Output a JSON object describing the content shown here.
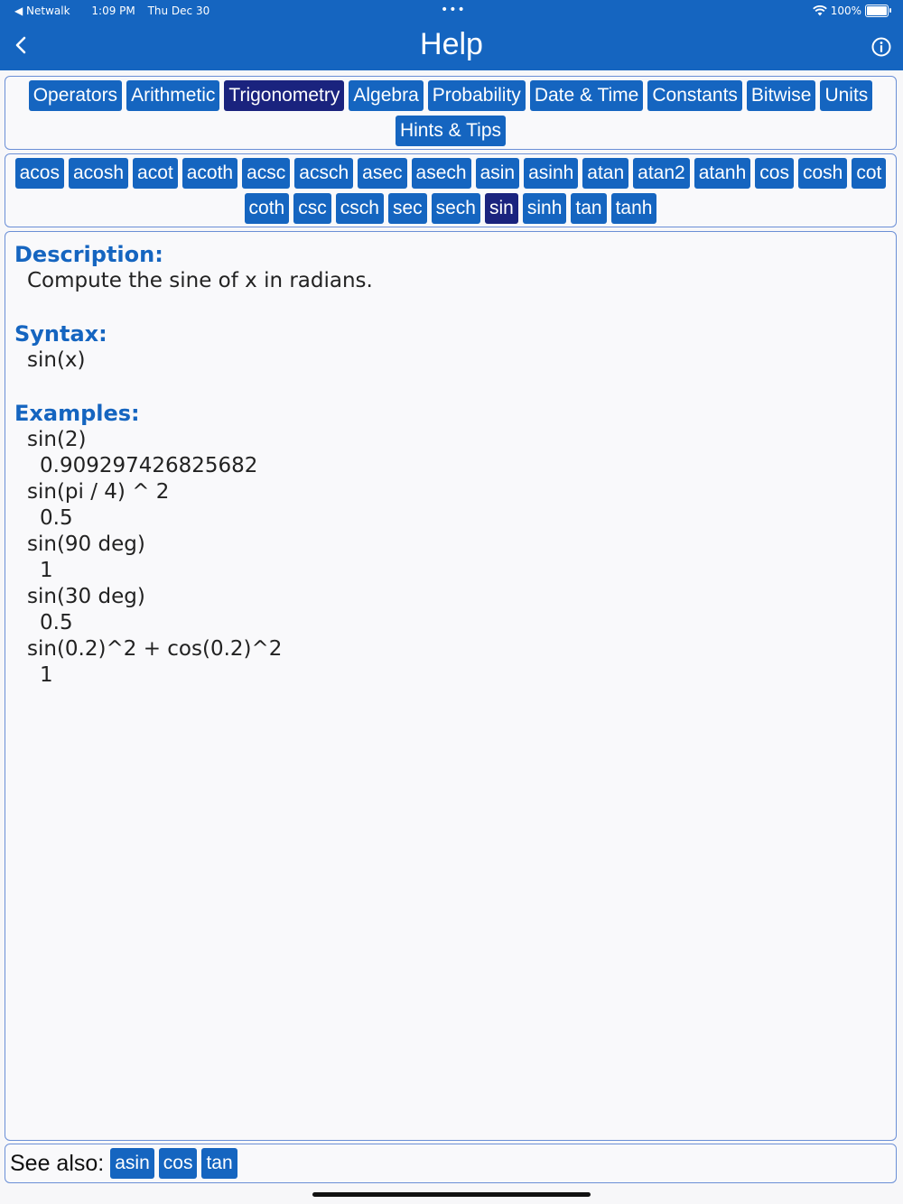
{
  "status_bar": {
    "back_app": "Netwalk",
    "time": "1:09 PM",
    "date": "Thu Dec 30",
    "battery": "100%"
  },
  "nav": {
    "title": "Help"
  },
  "categories": [
    {
      "label": "Operators",
      "selected": false
    },
    {
      "label": "Arithmetic",
      "selected": false
    },
    {
      "label": "Trigonometry",
      "selected": true
    },
    {
      "label": "Algebra",
      "selected": false
    },
    {
      "label": "Probability",
      "selected": false
    },
    {
      "label": "Date & Time",
      "selected": false
    },
    {
      "label": "Constants",
      "selected": false
    },
    {
      "label": "Bitwise",
      "selected": false
    },
    {
      "label": "Units",
      "selected": false
    },
    {
      "label": "Hints & Tips",
      "selected": false
    }
  ],
  "functions": [
    {
      "label": "acos",
      "selected": false
    },
    {
      "label": "acosh",
      "selected": false
    },
    {
      "label": "acot",
      "selected": false
    },
    {
      "label": "acoth",
      "selected": false
    },
    {
      "label": "acsc",
      "selected": false
    },
    {
      "label": "acsch",
      "selected": false
    },
    {
      "label": "asec",
      "selected": false
    },
    {
      "label": "asech",
      "selected": false
    },
    {
      "label": "asin",
      "selected": false
    },
    {
      "label": "asinh",
      "selected": false
    },
    {
      "label": "atan",
      "selected": false
    },
    {
      "label": "atan2",
      "selected": false
    },
    {
      "label": "atanh",
      "selected": false
    },
    {
      "label": "cos",
      "selected": false
    },
    {
      "label": "cosh",
      "selected": false
    },
    {
      "label": "cot",
      "selected": false
    },
    {
      "label": "coth",
      "selected": false
    },
    {
      "label": "csc",
      "selected": false
    },
    {
      "label": "csch",
      "selected": false
    },
    {
      "label": "sec",
      "selected": false
    },
    {
      "label": "sech",
      "selected": false
    },
    {
      "label": "sin",
      "selected": true
    },
    {
      "label": "sinh",
      "selected": false
    },
    {
      "label": "tan",
      "selected": false
    },
    {
      "label": "tanh",
      "selected": false
    }
  ],
  "detail": {
    "description_title": "Description:",
    "description": "Compute the sine of x in radians.",
    "syntax_title": "Syntax:",
    "syntax": "sin(x)",
    "examples_title": "Examples:",
    "examples": [
      {
        "expr": "sin(2)",
        "result": "0.909297426825682"
      },
      {
        "expr": "sin(pi / 4) ^ 2",
        "result": "0.5"
      },
      {
        "expr": "sin(90 deg)",
        "result": "1"
      },
      {
        "expr": "sin(30 deg)",
        "result": "0.5"
      },
      {
        "expr": "sin(0.2)^2 + cos(0.2)^2",
        "result": "1"
      }
    ]
  },
  "see_also": {
    "label": "See also:",
    "items": [
      "asin",
      "cos",
      "tan"
    ]
  },
  "colors": {
    "primary": "#1565c0",
    "selected": "#1a237e",
    "border": "#6b8fd6"
  }
}
